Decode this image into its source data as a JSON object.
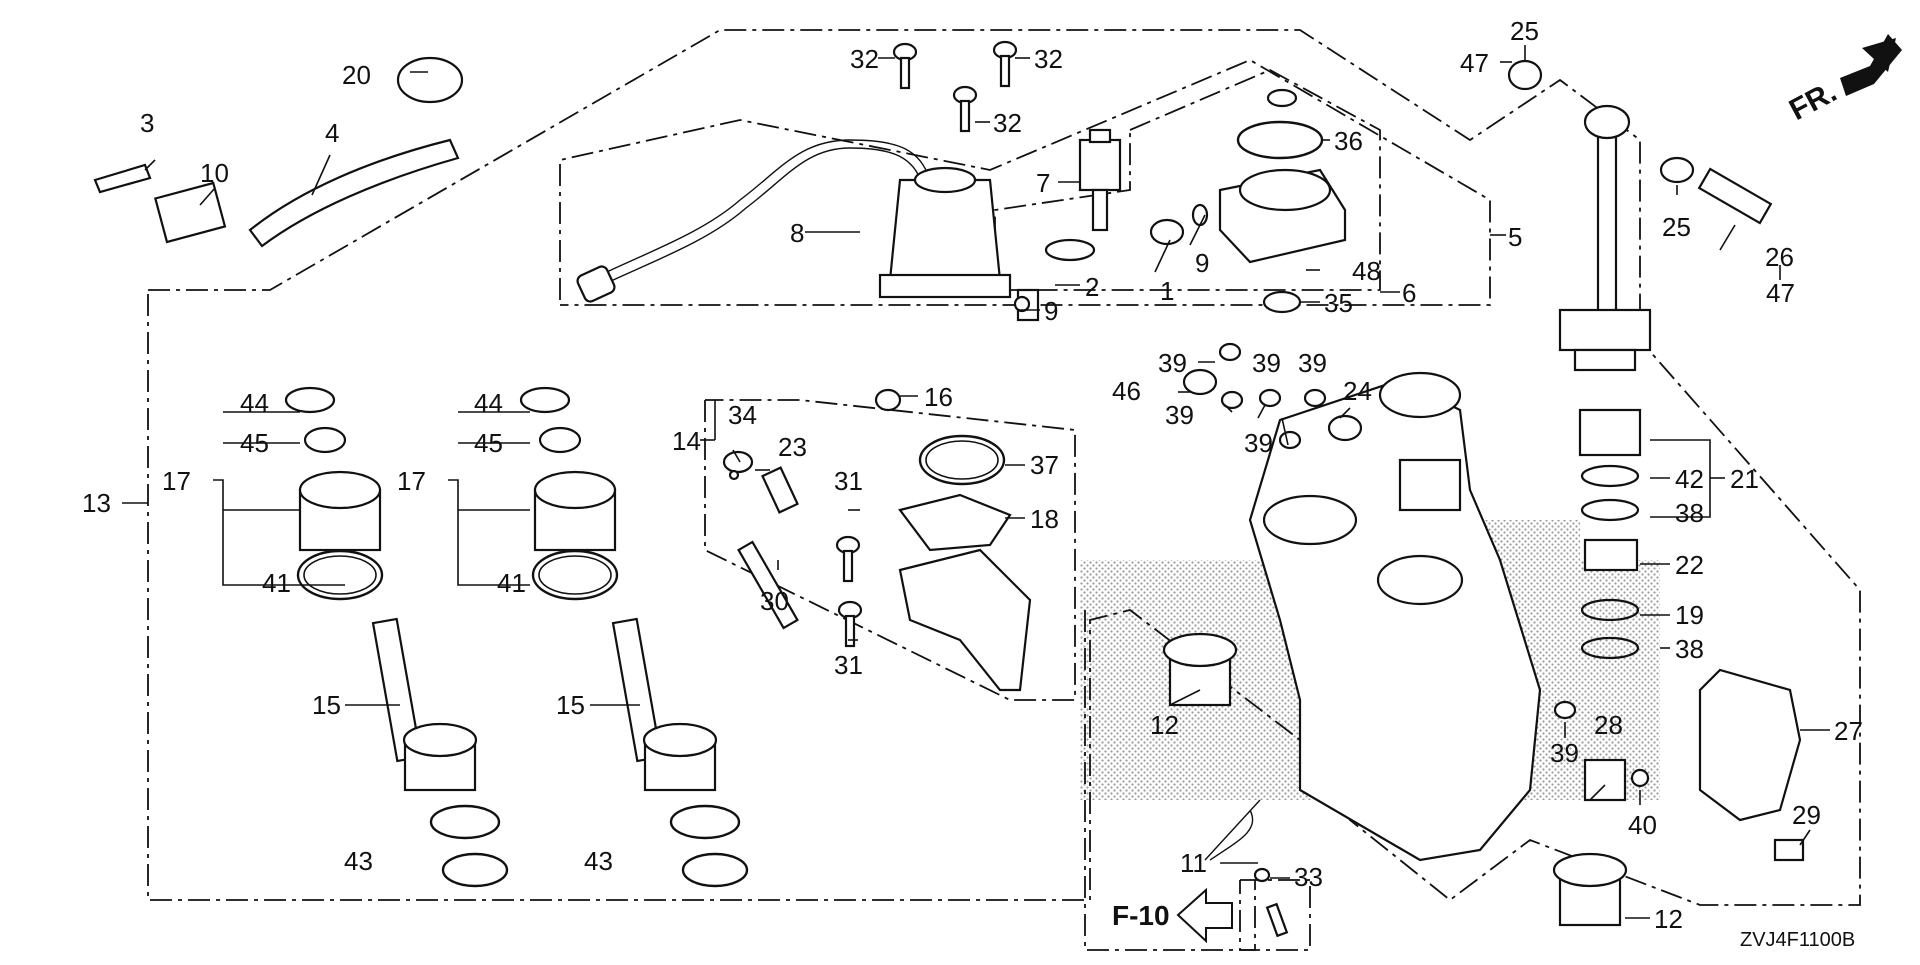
{
  "diagram": {
    "code": "ZVJ4F1100B",
    "ref_label": "F-10",
    "direction_label": "FR.",
    "callouts": [
      {
        "id": "c1",
        "text": "1"
      },
      {
        "id": "c2",
        "text": "2"
      },
      {
        "id": "c3",
        "text": "3"
      },
      {
        "id": "c4",
        "text": "4"
      },
      {
        "id": "c5",
        "text": "5"
      },
      {
        "id": "c6",
        "text": "6"
      },
      {
        "id": "c7",
        "text": "7"
      },
      {
        "id": "c8",
        "text": "8"
      },
      {
        "id": "c9a",
        "text": "9"
      },
      {
        "id": "c9b",
        "text": "9"
      },
      {
        "id": "c10",
        "text": "10"
      },
      {
        "id": "c11",
        "text": "11"
      },
      {
        "id": "c12a",
        "text": "12"
      },
      {
        "id": "c12b",
        "text": "12"
      },
      {
        "id": "c13",
        "text": "13"
      },
      {
        "id": "c14",
        "text": "14"
      },
      {
        "id": "c15a",
        "text": "15"
      },
      {
        "id": "c15b",
        "text": "15"
      },
      {
        "id": "c16",
        "text": "16"
      },
      {
        "id": "c17a",
        "text": "17"
      },
      {
        "id": "c17b",
        "text": "17"
      },
      {
        "id": "c18",
        "text": "18"
      },
      {
        "id": "c19",
        "text": "19"
      },
      {
        "id": "c20",
        "text": "20"
      },
      {
        "id": "c21",
        "text": "21"
      },
      {
        "id": "c22",
        "text": "22"
      },
      {
        "id": "c23",
        "text": "23"
      },
      {
        "id": "c24",
        "text": "24"
      },
      {
        "id": "c25a",
        "text": "25"
      },
      {
        "id": "c25b",
        "text": "25"
      },
      {
        "id": "c26",
        "text": "26"
      },
      {
        "id": "c27",
        "text": "27"
      },
      {
        "id": "c28",
        "text": "28"
      },
      {
        "id": "c29",
        "text": "29"
      },
      {
        "id": "c30",
        "text": "30"
      },
      {
        "id": "c31a",
        "text": "31"
      },
      {
        "id": "c31b",
        "text": "31"
      },
      {
        "id": "c32a",
        "text": "32"
      },
      {
        "id": "c32b",
        "text": "32"
      },
      {
        "id": "c32c",
        "text": "32"
      },
      {
        "id": "c33",
        "text": "33"
      },
      {
        "id": "c34",
        "text": "34"
      },
      {
        "id": "c35",
        "text": "35"
      },
      {
        "id": "c36",
        "text": "36"
      },
      {
        "id": "c37",
        "text": "37"
      },
      {
        "id": "c38a",
        "text": "38"
      },
      {
        "id": "c38b",
        "text": "38"
      },
      {
        "id": "c39a",
        "text": "39"
      },
      {
        "id": "c39b",
        "text": "39"
      },
      {
        "id": "c39c",
        "text": "39"
      },
      {
        "id": "c39d",
        "text": "39"
      },
      {
        "id": "c39e",
        "text": "39"
      },
      {
        "id": "c39f",
        "text": "39"
      },
      {
        "id": "c40",
        "text": "40"
      },
      {
        "id": "c41a",
        "text": "41"
      },
      {
        "id": "c41b",
        "text": "41"
      },
      {
        "id": "c42",
        "text": "42"
      },
      {
        "id": "c43a",
        "text": "43"
      },
      {
        "id": "c43b",
        "text": "43"
      },
      {
        "id": "c44a",
        "text": "44"
      },
      {
        "id": "c44b",
        "text": "44"
      },
      {
        "id": "c45a",
        "text": "45"
      },
      {
        "id": "c45b",
        "text": "45"
      },
      {
        "id": "c46",
        "text": "46"
      },
      {
        "id": "c47a",
        "text": "47"
      },
      {
        "id": "c47b",
        "text": "47"
      },
      {
        "id": "c48",
        "text": "48"
      }
    ]
  }
}
